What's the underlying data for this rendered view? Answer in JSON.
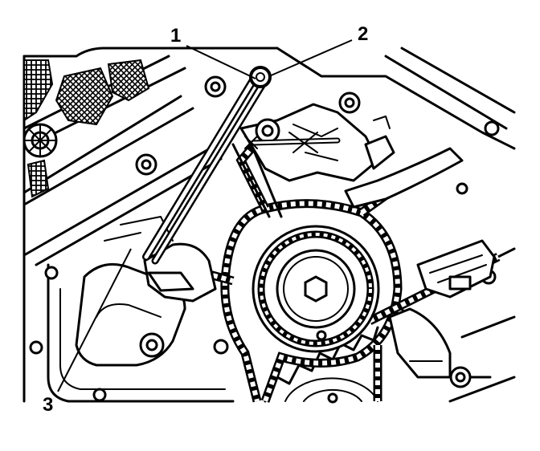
{
  "callouts": [
    {
      "label": "1"
    },
    {
      "label": "2"
    },
    {
      "label": "3"
    }
  ],
  "colors": {
    "ink": "#000000",
    "paper": "#ffffff"
  }
}
